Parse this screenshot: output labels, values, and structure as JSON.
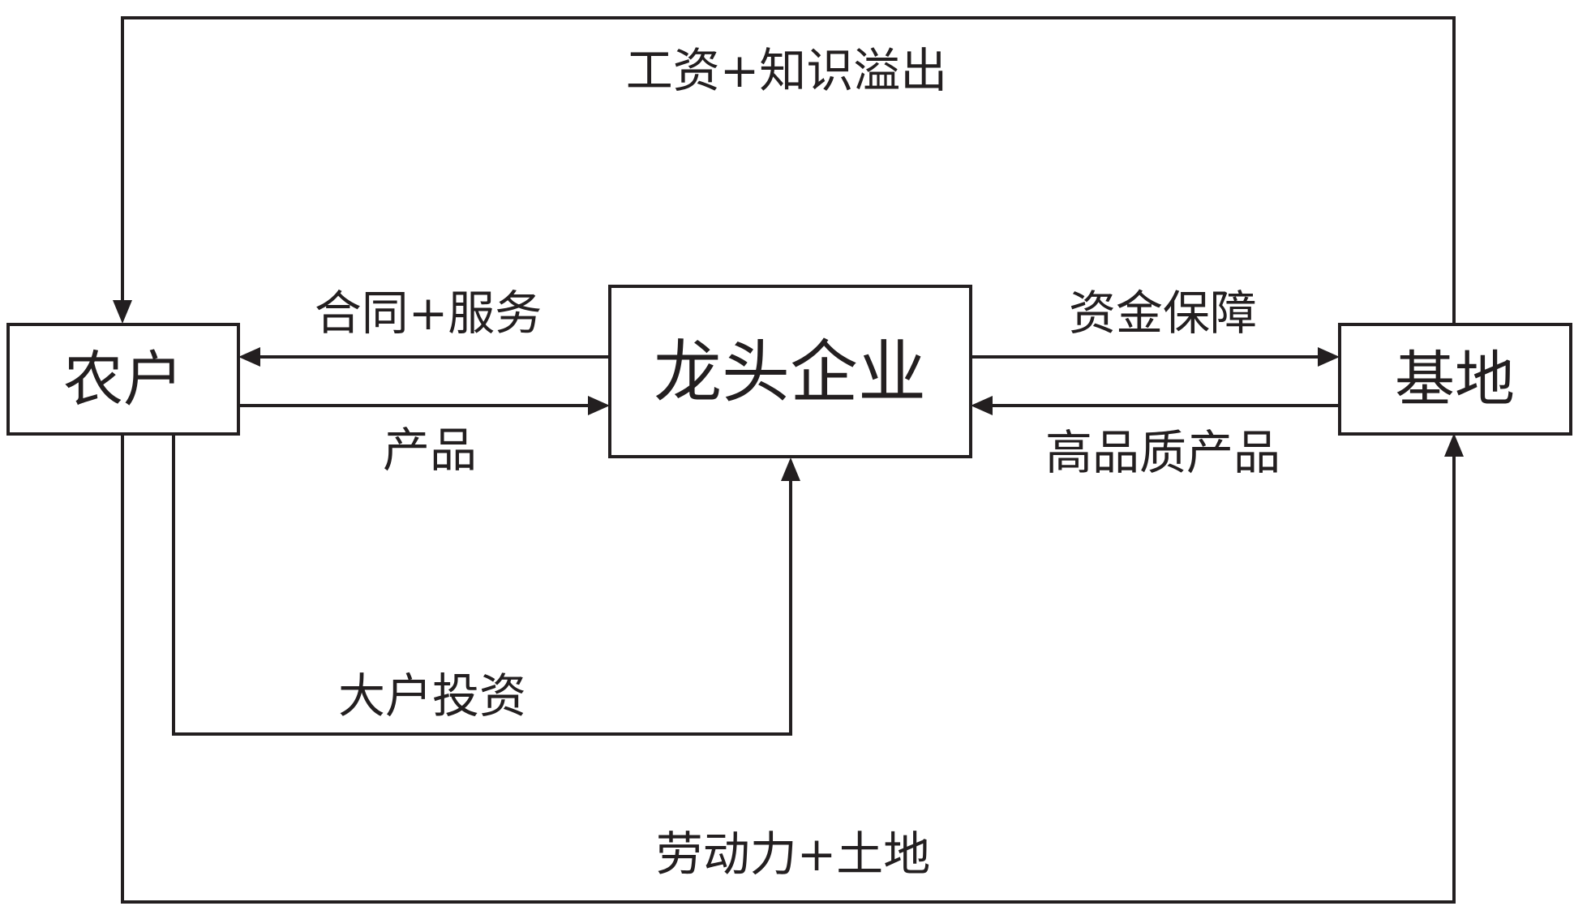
{
  "nodes": {
    "farmers": "农户",
    "enterprise": "龙头企业",
    "base": "基地"
  },
  "edges": {
    "base_to_farmers_top": "工资+知识溢出",
    "enterprise_to_farmers": "合同+服务",
    "farmers_to_enterprise": "产品",
    "enterprise_to_base": "资金保障",
    "base_to_enterprise": "高品质产品",
    "farmers_investment": "大户投资",
    "farmers_to_base_bottom": "劳动力+土地"
  }
}
